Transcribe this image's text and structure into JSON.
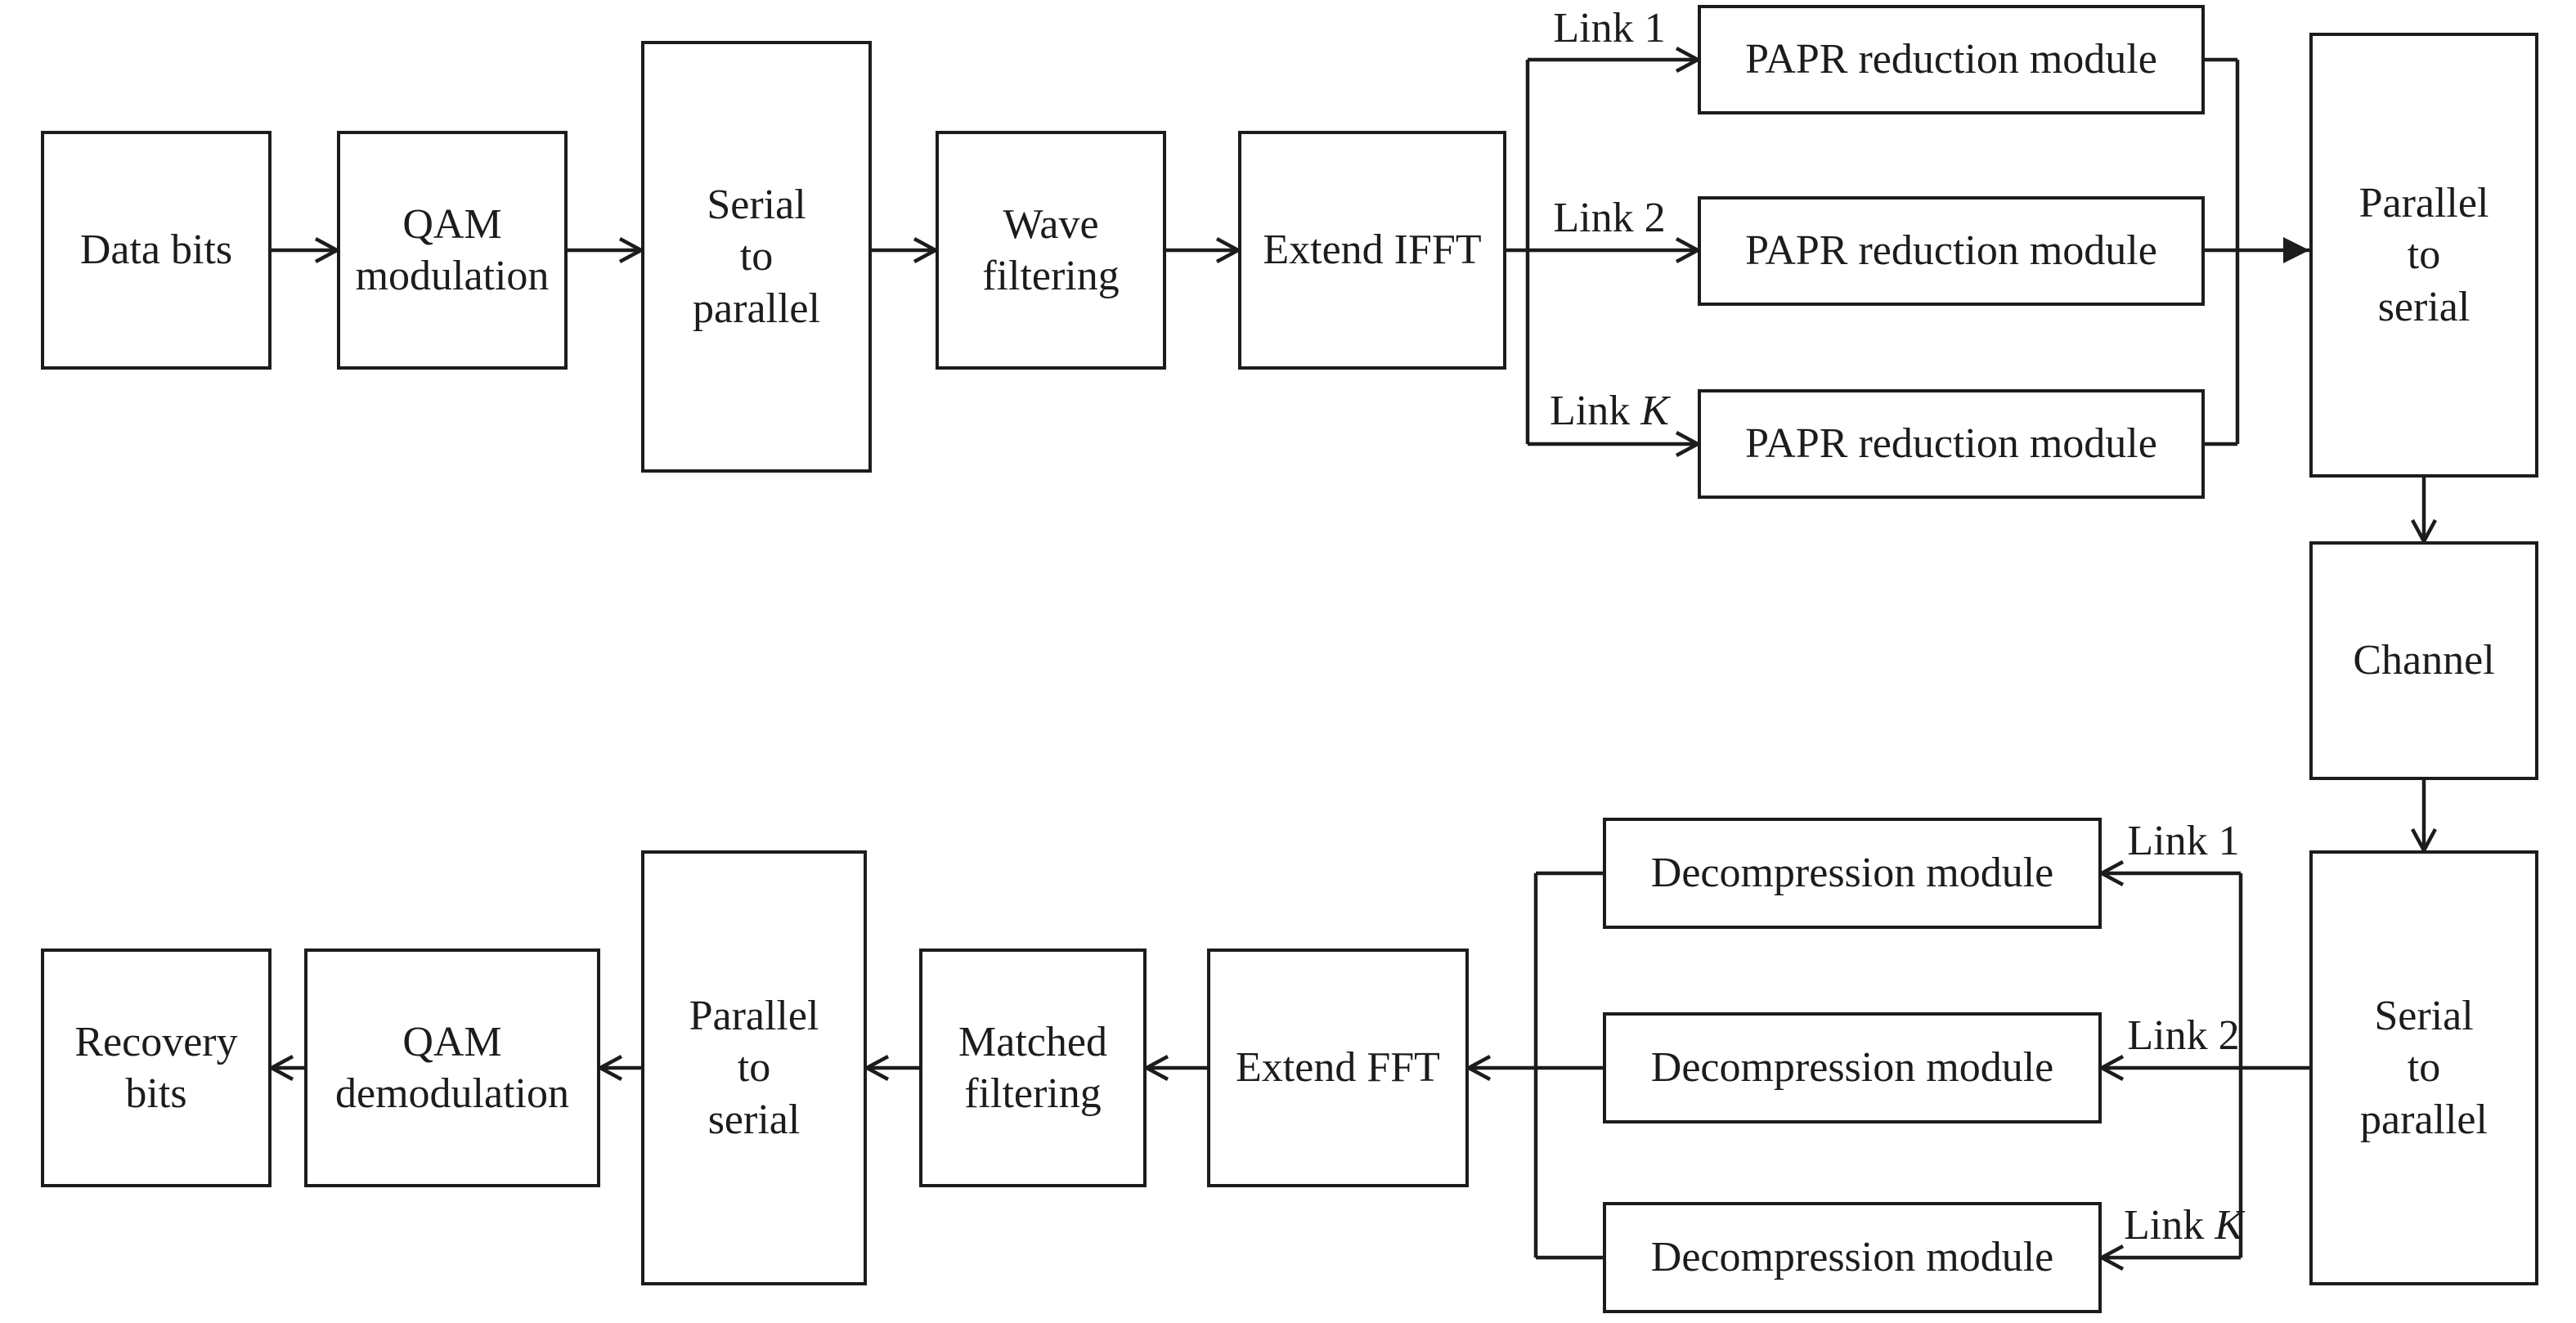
{
  "diagram": {
    "colors": {
      "background": "#ffffff",
      "line": "#1c1c1c",
      "text": "#1c1c1c"
    },
    "nodes": {
      "data_bits": "Data bits",
      "qam_modulation": "QAM\nmodulation",
      "serial_to_parallel_tx": "Serial\nto\nparallel",
      "wave_filtering": "Wave\nfiltering",
      "extend_ifft": "Extend IFFT",
      "papr_module_1": "PAPR reduction module",
      "papr_module_2": "PAPR reduction module",
      "papr_module_3": "PAPR reduction module",
      "parallel_to_serial_tx": "Parallel\nto\nserial",
      "channel": "Channel",
      "serial_to_parallel_rx": "Serial\nto\nparallel",
      "decompression_module_1": "Decompression module",
      "decompression_module_2": "Decompression module",
      "decompression_module_3": "Decompression module",
      "extend_fft": "Extend FFT",
      "matched_filtering": "Matched\nfiltering",
      "parallel_to_serial_rx": "Parallel\nto\nserial",
      "qam_demodulation": "QAM\ndemodulation",
      "recovery_bits": "Recovery\nbits"
    },
    "link_labels": {
      "tx": [
        {
          "prefix": "Link ",
          "id": "1"
        },
        {
          "prefix": "Link ",
          "id": "2"
        },
        {
          "prefix": "Link ",
          "id": "K"
        }
      ],
      "rx": [
        {
          "prefix": "Link ",
          "id": "1"
        },
        {
          "prefix": "Link ",
          "id": "2"
        },
        {
          "prefix": "Link ",
          "id": "K"
        }
      ]
    }
  }
}
